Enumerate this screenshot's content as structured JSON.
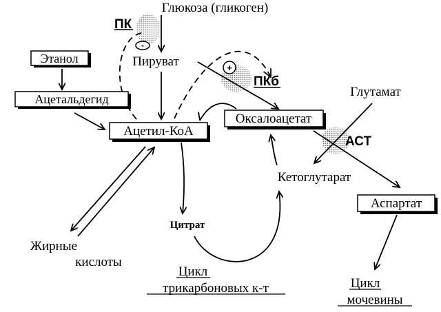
{
  "nodes": {
    "glucose": "Глюкоза (гликоген)",
    "pyruvate": "Пируват",
    "ethanol": "Этанол",
    "acetaldehyde": "Ацетальдегид",
    "acetyl_coa": "Ацетил-КоА",
    "oxaloacetate": "Оксалоацетат",
    "glutamate": "Глутамат",
    "ketoglutarate": "Кетоглутарат",
    "aspartate": "Аспартат",
    "citrate": "Цитрат",
    "fatty_acids_line1": "Жирные",
    "fatty_acids_line2": "кислоты",
    "tca_line1": "Цикл",
    "tca_line2": "трикарбоновых к-т",
    "urea_line1": "Цикл",
    "urea_line2": "мочевины"
  },
  "enzymes": {
    "pk": "ПК",
    "pkb": "ПКб",
    "ast": "АСТ"
  },
  "regulation": {
    "inhibition_sign": "-",
    "activation_sign": "+"
  }
}
